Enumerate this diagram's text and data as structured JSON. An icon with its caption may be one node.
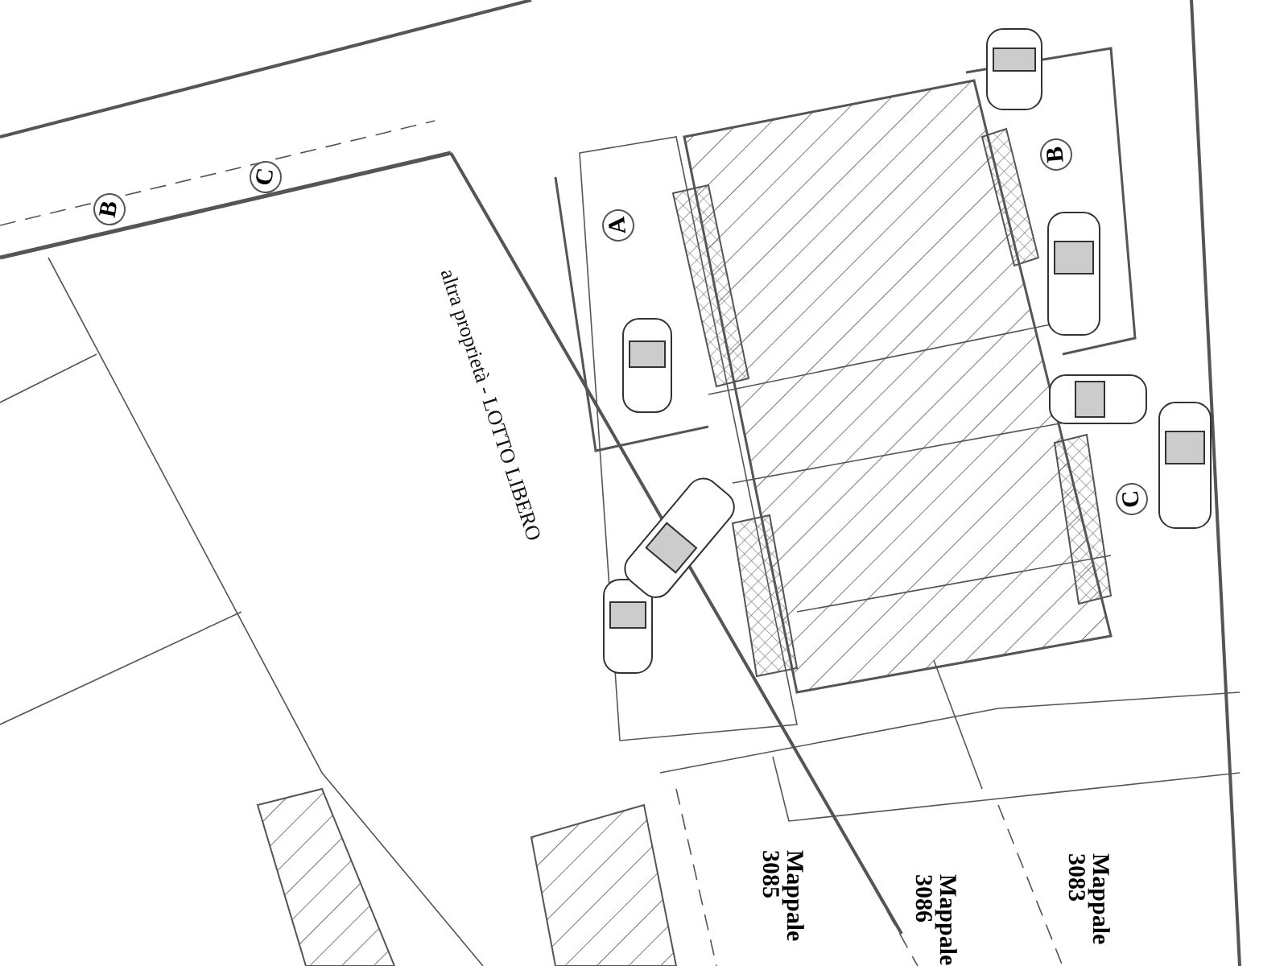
{
  "diagram": {
    "nodes": [
      {
        "text": [
          "C"
        ]
      },
      {
        "text": [
          "B"
        ]
      },
      {
        "text": [
          "A"
        ]
      },
      {
        "text": [
          "B"
        ]
      },
      {
        "text": [
          "C"
        ]
      }
    ],
    "labels": [
      "altra proprietà - LOTTO LIBERO",
      "Mappale 3085",
      "Mappale 3086",
      "Mappale 3083"
    ]
  }
}
